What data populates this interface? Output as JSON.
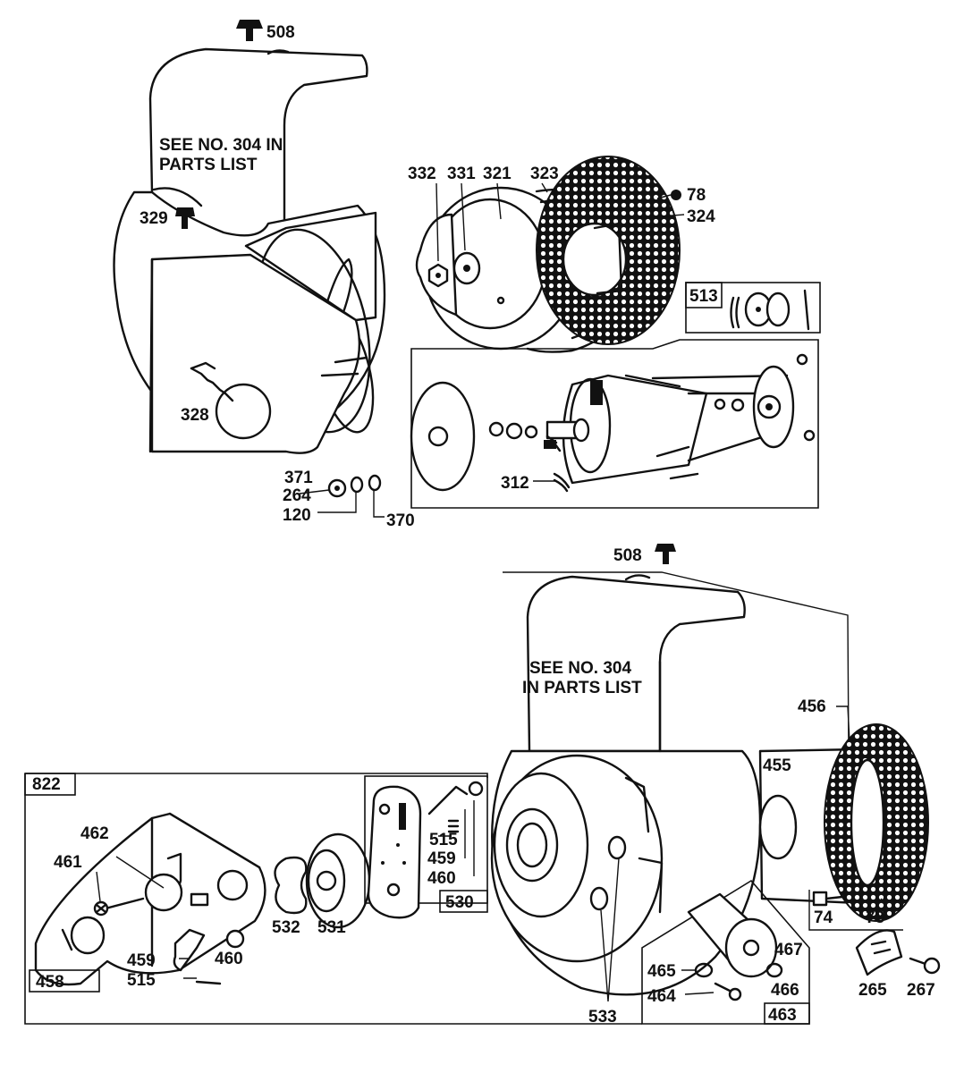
{
  "notes": {
    "top_shroud": [
      "SEE NO. 304    IN",
      "PARTS LIST"
    ],
    "bottom_shroud": [
      "SEE NO. 304",
      "IN PARTS LIST"
    ]
  },
  "part_labels": {
    "p508_top": "508",
    "p329": "329",
    "p328": "328",
    "p371": "371",
    "p264": "264",
    "p120": "120",
    "p370": "370",
    "p332": "332",
    "p331": "331",
    "p321": "321",
    "p323": "323",
    "p78": "78",
    "p324": "324",
    "p513": "513",
    "p312": "312",
    "p508_bottom": "508",
    "p456": "456",
    "p455": "455",
    "p74": "74",
    "p73": "73",
    "p265": "265",
    "p267": "267",
    "p822": "822",
    "p462": "462",
    "p461": "461",
    "p459_left": "459",
    "p515_left": "515",
    "p460_left": "460",
    "p458": "458",
    "p532": "532",
    "p531": "531",
    "p515_right": "515",
    "p459_right": "459",
    "p460_right": "460",
    "p530": "530",
    "p533": "533",
    "p467": "467",
    "p465": "465",
    "p466": "466",
    "p464": "464",
    "p463": "463"
  },
  "icons": {
    "shroud": "blower-housing-icon",
    "screen": "rotating-screen-icon",
    "starter": "electric-starter-icon",
    "rewind": "rewind-starter-icon"
  },
  "colors": {
    "ink": "#111111",
    "paper": "#ffffff"
  }
}
